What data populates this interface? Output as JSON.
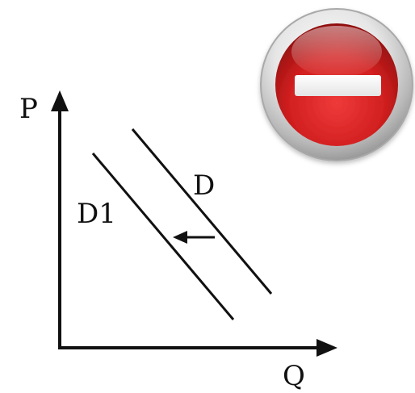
{
  "axes": {
    "y_label": "P",
    "x_label": "Q"
  },
  "curves": [
    {
      "label": "D"
    },
    {
      "label": "D1"
    }
  ],
  "shift_arrow": {
    "direction": "left"
  },
  "badge": {
    "icon": "no-entry-icon",
    "color": "#d11f1f",
    "rim_color": "#c9c9c9",
    "bar_color": "#ffffff"
  }
}
